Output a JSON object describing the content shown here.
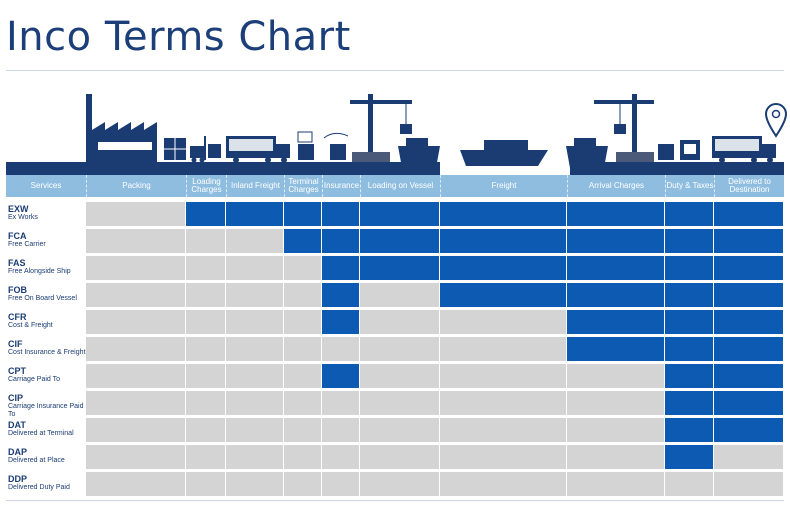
{
  "title": "Inco Terms Chart",
  "colors": {
    "responsible": "#0d5ab3",
    "not_responsible": "#d4d4d4",
    "header": "#8fbde0",
    "ground": "#1a3c73"
  },
  "columns": [
    "Services",
    "Packing",
    "Loading Charges",
    "Inland Freight",
    "Terminal Charges",
    "Insurance",
    "Loading on Vessel",
    "Freight",
    "Arrival Charges",
    "Duty & Taxes",
    "Delivered to Destination"
  ],
  "terms": [
    {
      "code": "EXW",
      "name": "Ex Works",
      "flags": [
        0,
        1,
        1,
        1,
        1,
        1,
        1,
        1,
        1,
        1
      ]
    },
    {
      "code": "FCA",
      "name": "Free Carrier",
      "flags": [
        0,
        0,
        0,
        1,
        1,
        1,
        1,
        1,
        1,
        1
      ]
    },
    {
      "code": "FAS",
      "name": "Free Alongside Ship",
      "flags": [
        0,
        0,
        0,
        0,
        1,
        1,
        1,
        1,
        1,
        1
      ]
    },
    {
      "code": "FOB",
      "name": "Free On Board Vessel",
      "flags": [
        0,
        0,
        0,
        0,
        1,
        0,
        1,
        1,
        1,
        1
      ]
    },
    {
      "code": "CFR",
      "name": "Cost & Freight",
      "flags": [
        0,
        0,
        0,
        0,
        1,
        0,
        0,
        1,
        1,
        1
      ]
    },
    {
      "code": "CIF",
      "name": "Cost Insurance & Freight",
      "flags": [
        0,
        0,
        0,
        0,
        0,
        0,
        0,
        1,
        1,
        1
      ]
    },
    {
      "code": "CPT",
      "name": "Carriage Paid To",
      "flags": [
        0,
        0,
        0,
        0,
        1,
        0,
        0,
        0,
        1,
        1
      ]
    },
    {
      "code": "CIP",
      "name": "Carriage Insurance Paid To",
      "flags": [
        0,
        0,
        0,
        0,
        0,
        0,
        0,
        0,
        1,
        1
      ]
    },
    {
      "code": "DAT",
      "name": "Delivered at Terminal",
      "flags": [
        0,
        0,
        0,
        0,
        0,
        0,
        0,
        0,
        1,
        1
      ]
    },
    {
      "code": "DAP",
      "name": "Delivered at Place",
      "flags": [
        0,
        0,
        0,
        0,
        0,
        0,
        0,
        0,
        1,
        0
      ]
    },
    {
      "code": "DDP",
      "name": "Delivered Duty Paid",
      "flags": [
        0,
        0,
        0,
        0,
        0,
        0,
        0,
        0,
        0,
        0
      ]
    }
  ],
  "icons": [
    "factory-icon",
    "boxes-icon",
    "forklift-icon",
    "truck-icon",
    "terminal-icon",
    "crane-icon",
    "ship-icon",
    "customs-icon",
    "location-pin-icon"
  ]
}
